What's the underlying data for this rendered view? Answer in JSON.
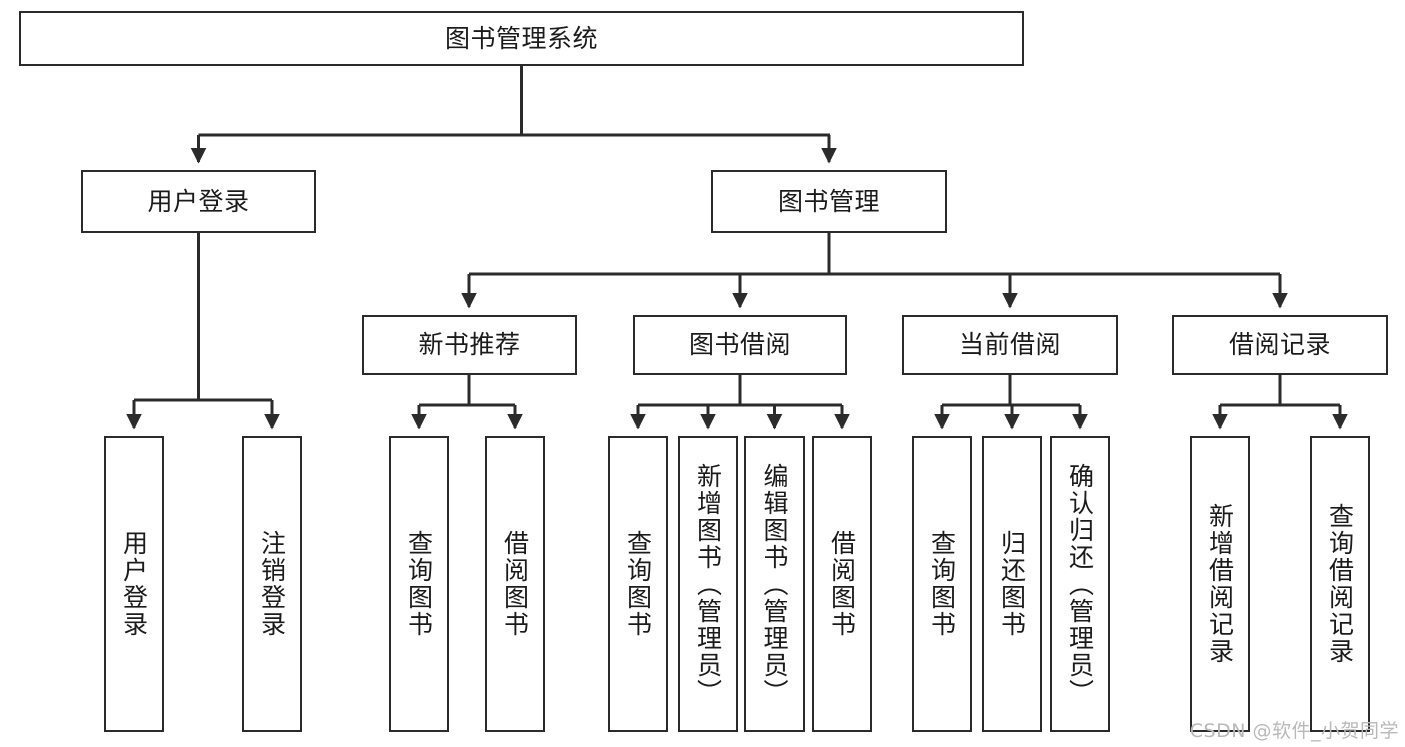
{
  "diagram": {
    "type": "tree-hierarchy",
    "title": "图书管理系统",
    "orientation": "top-down",
    "colors": {
      "box_stroke": "#2b2b2b",
      "box_fill": "#ffffff",
      "edge": "#2b2b2b",
      "text": "#1b1b1b",
      "watermark": "#b9b9b9",
      "background": "#ffffff"
    },
    "root": {
      "id": "root",
      "label": "图书管理系统"
    },
    "level2": [
      {
        "id": "user-login",
        "label": "用户登录"
      },
      {
        "id": "book-management",
        "label": "图书管理"
      }
    ],
    "level3": [
      {
        "id": "new-book-recommend",
        "label": "新书推荐"
      },
      {
        "id": "book-borrow",
        "label": "图书借阅"
      },
      {
        "id": "current-borrow",
        "label": "当前借阅"
      },
      {
        "id": "borrow-record",
        "label": "借阅记录"
      }
    ],
    "leaves": [
      {
        "id": "leaf-user-login",
        "label": "用户登录",
        "parent": "user-login"
      },
      {
        "id": "leaf-user-logout",
        "label": "注销登录",
        "parent": "user-login"
      },
      {
        "id": "leaf-query-book-1",
        "label": "查询图书",
        "parent": "new-book-recommend"
      },
      {
        "id": "leaf-borrow-book-1",
        "label": "借阅图书",
        "parent": "new-book-recommend"
      },
      {
        "id": "leaf-query-book-2",
        "label": "查询图书",
        "parent": "book-borrow"
      },
      {
        "id": "leaf-add-book",
        "label": "新增图书（管理员）",
        "parent": "book-borrow"
      },
      {
        "id": "leaf-edit-book",
        "label": "编辑图书（管理员）",
        "parent": "book-borrow"
      },
      {
        "id": "leaf-borrow-book-2",
        "label": "借阅图书",
        "parent": "book-borrow"
      },
      {
        "id": "leaf-query-book-3",
        "label": "查询图书",
        "parent": "current-borrow"
      },
      {
        "id": "leaf-return-book",
        "label": "归还图书",
        "parent": "current-borrow"
      },
      {
        "id": "leaf-confirm-return",
        "label": "确认归还（管理员）",
        "parent": "current-borrow"
      },
      {
        "id": "leaf-add-record",
        "label": "新增借阅记录",
        "parent": "borrow-record"
      },
      {
        "id": "leaf-query-record",
        "label": "查询借阅记录",
        "parent": "borrow-record"
      }
    ]
  },
  "watermark": {
    "text": "CSDN @软件_小贺同学"
  }
}
